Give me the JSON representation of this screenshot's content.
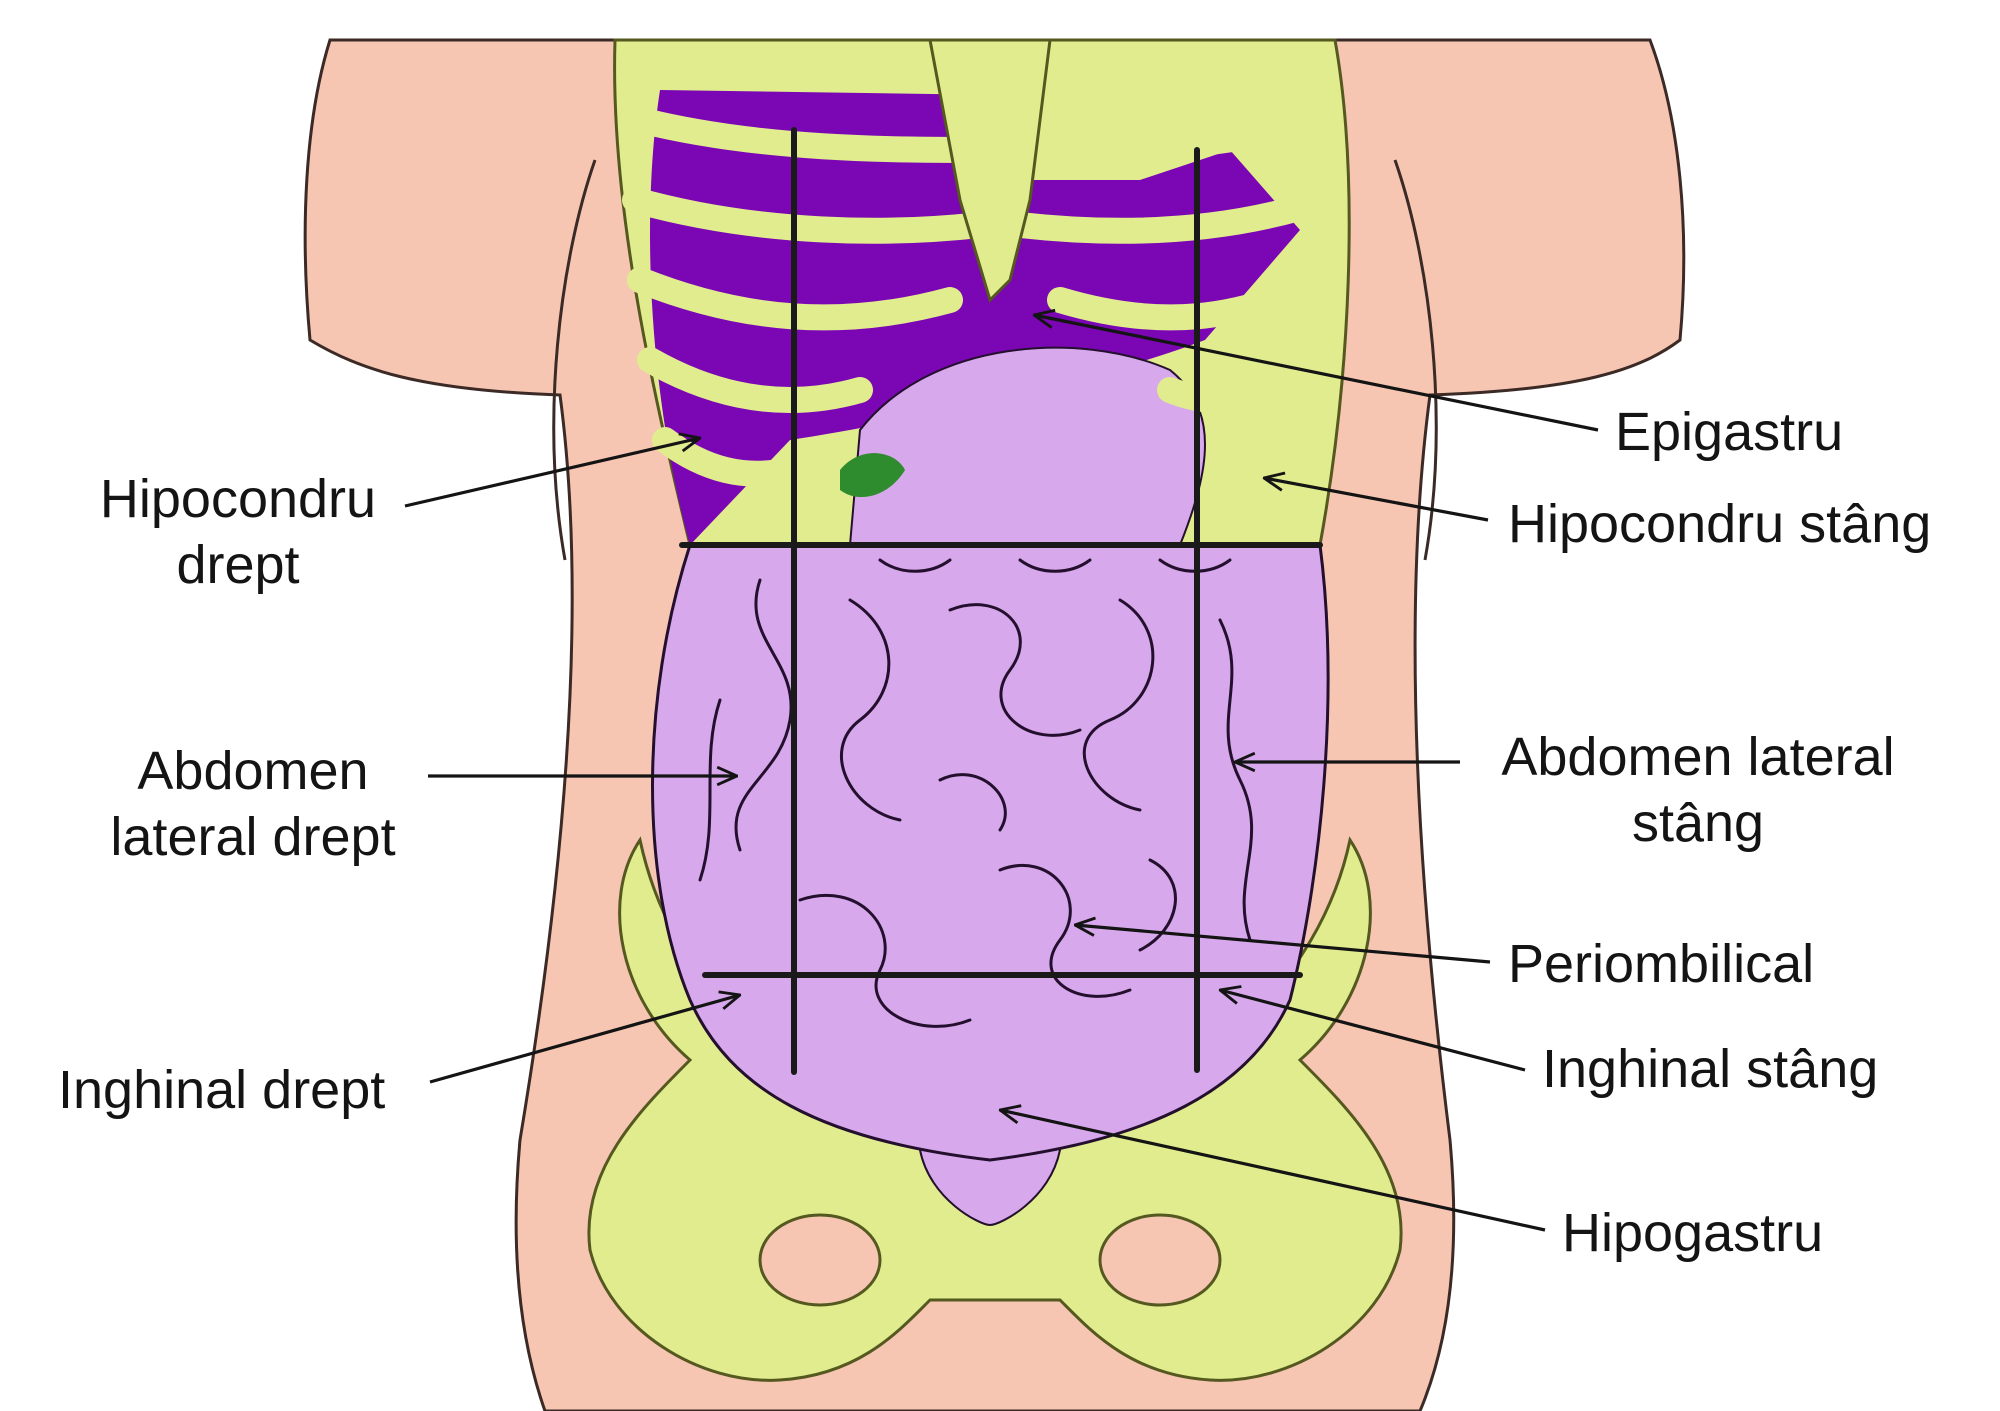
{
  "colors": {
    "skin": "#f7c6b3",
    "skin_outline": "#3b2a25",
    "bone": "#e0ec8e",
    "bone_outline": "#55581f",
    "liver": "#7a06b4",
    "intestine": "#d7a9ec",
    "intestine_outline": "#24102e",
    "gallbladder": "#2e8b2e",
    "grid_line": "#1a1a1a",
    "label_text": "#141414"
  },
  "regions": {
    "epigastru": "Epigastru",
    "hipocondru_stang": "Hipocondru stâng",
    "hipocondru_drept": [
      "Hipocondru",
      "drept"
    ],
    "abdomen_lateral_drept": [
      "Abdomen",
      "lateral drept"
    ],
    "abdomen_lateral_stang": [
      "Abdomen lateral",
      "stâng"
    ],
    "periombilical": "Periombilical",
    "inghinal_drept": "Inghinal drept",
    "inghinal_stang": "Inghinal stâng",
    "hipogastru": "Hipogastru"
  }
}
